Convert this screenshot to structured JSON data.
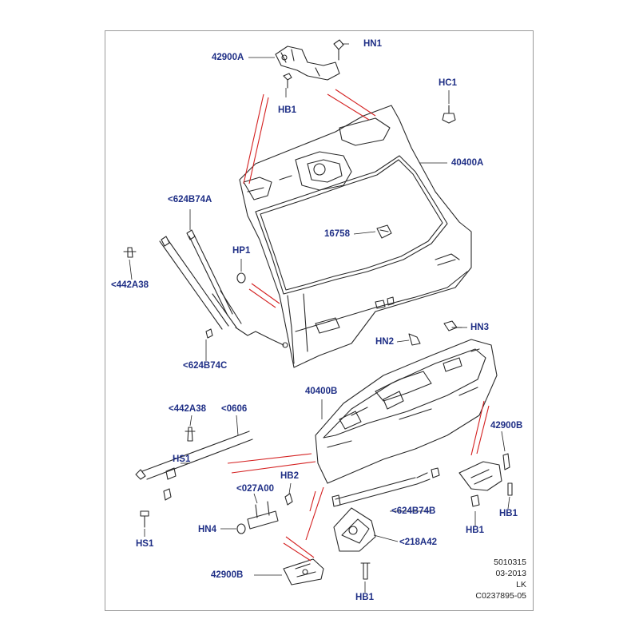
{
  "diagram": {
    "callouts": {
      "hn1_top": "HN1",
      "a42900_top": "42900A",
      "hb1_top": "HB1",
      "hc1": "HC1",
      "a40400": "40400A",
      "p16758": "16758",
      "hp1": "HP1",
      "strut_a": "<624B74A",
      "bump_left": "<442A38",
      "hn3": "HN3",
      "hn2": "HN2",
      "strut_c": "<624B74C",
      "b40400": "40400B",
      "bump_lower": "<442A38",
      "p0606": "<0606",
      "hs1_a": "HS1",
      "hb2": "HB2",
      "p027a00": "<027A00",
      "hn4": "HN4",
      "hs1_b": "HS1",
      "b42900_right": "42900B",
      "strut_b": "<624B74B",
      "hb1_right_a": "HB1",
      "hb1_right_b": "HB1",
      "latch": "<218A42",
      "b42900_bottom": "42900B",
      "hb1_bottom": "HB1"
    },
    "footer": {
      "code": "5010315",
      "date": "03-2013",
      "region": "LK",
      "ref": "C0237895-05"
    }
  }
}
